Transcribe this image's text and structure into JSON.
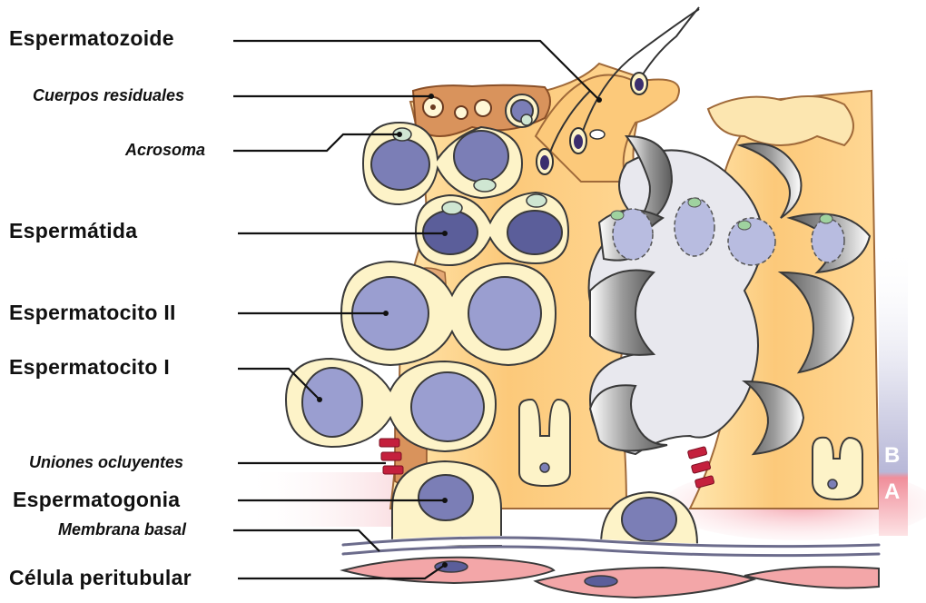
{
  "labels": {
    "espermatozoide": "Espermatozoide",
    "cuerpos_residuales": "Cuerpos residuales",
    "acrosoma": "Acrosoma",
    "espermatida": "Espermátida",
    "espermatocito_ii": "Espermatocito II",
    "espermatocito_i": "Espermatocito I",
    "uniones_ocluyentes": "Uniones ocluyentes",
    "espermatogonia": "Espermatogonia",
    "membrana_basal": "Membrana basal",
    "celula_peritubular": "Célula peritubular"
  },
  "compartments": {
    "adluminal": "B",
    "basal": "A"
  },
  "colors": {
    "sertoli_cytoplasm": "#fcc97a",
    "residual_cytoplasm": "#d9935c",
    "cell_cytoplasm": "#fdf3c8",
    "nucleus": "#7b7eb6",
    "acrosome": "#cfe6d2",
    "peritubular": "#f3a6a8",
    "tight_junction": "#c4203d",
    "bar_adluminal": "#c8c8e0",
    "bar_basal": "#f08e9a"
  }
}
